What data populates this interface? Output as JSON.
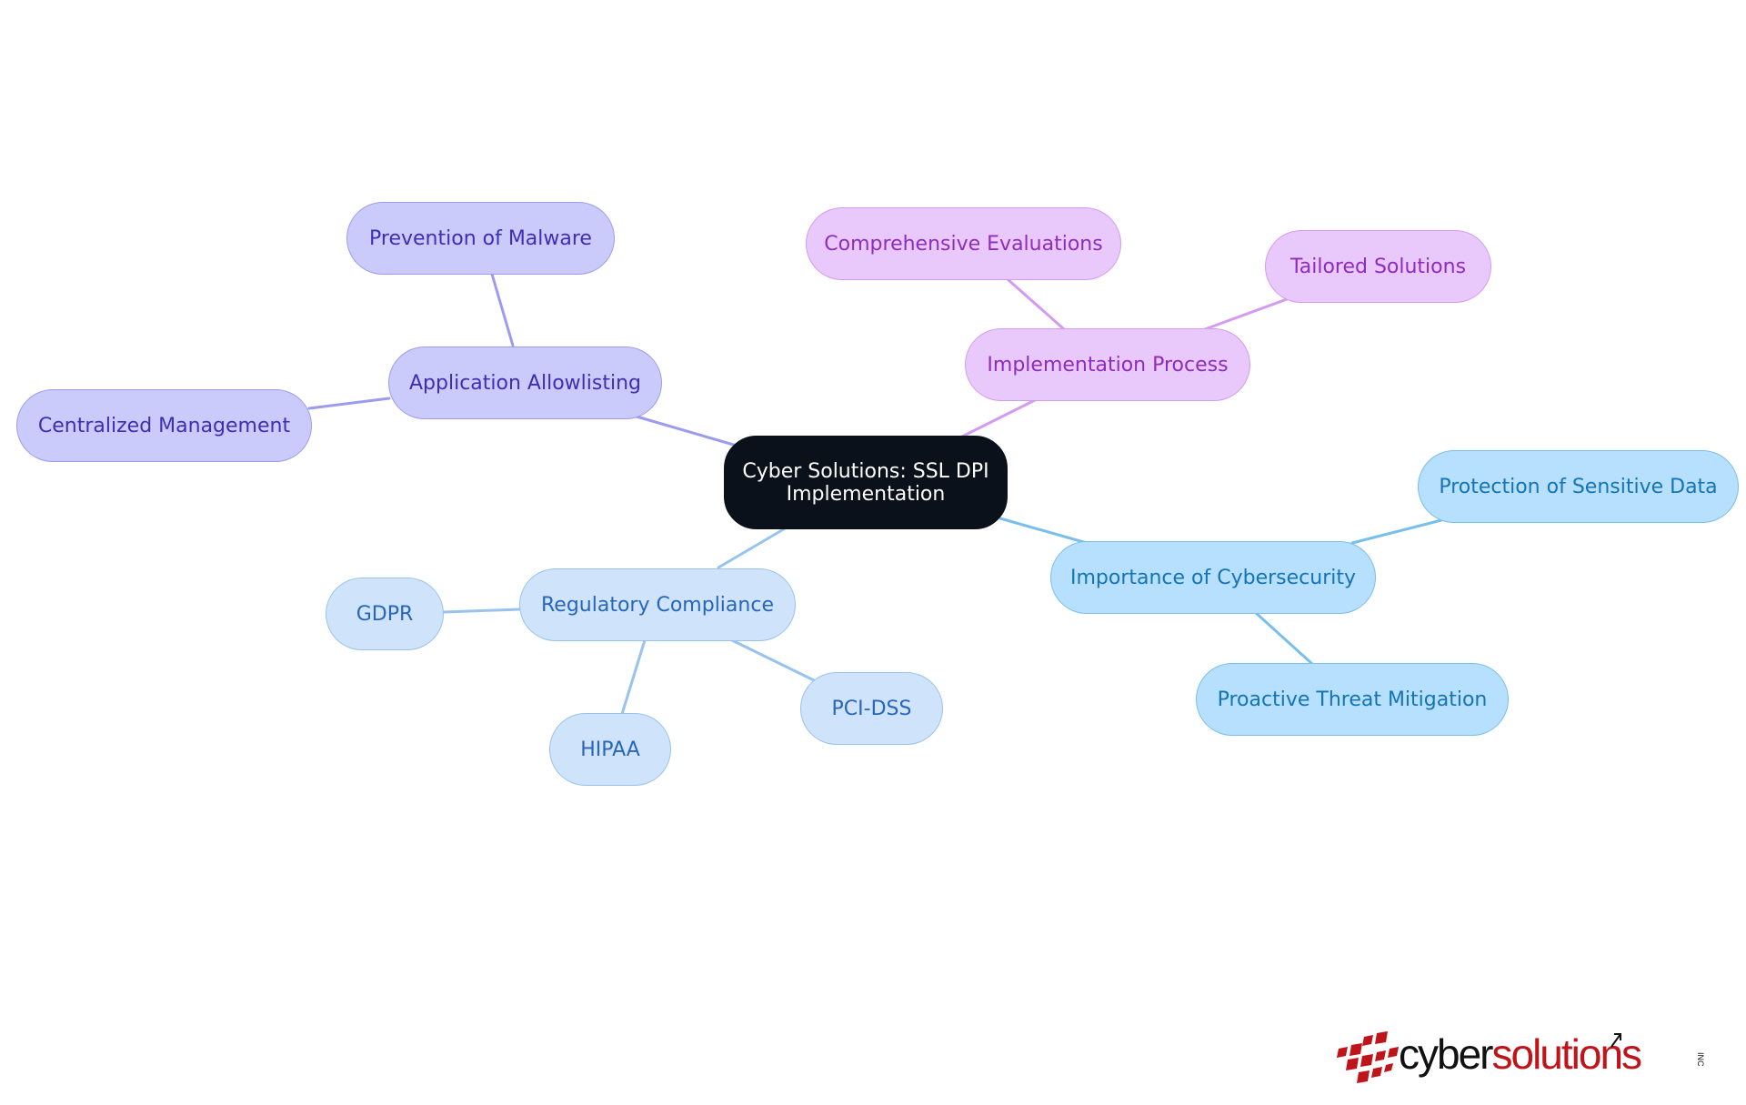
{
  "mindmap": {
    "root": "Cyber Solutions: SSL DPI Implementation",
    "branches": {
      "allowlisting": {
        "label": "Application Allowlisting",
        "children": {
          "malware": "Prevention of Malware",
          "centralized": "Centralized Management"
        }
      },
      "implementation": {
        "label": "Implementation Process",
        "children": {
          "evaluations": "Comprehensive Evaluations",
          "tailored": "Tailored Solutions"
        }
      },
      "importance": {
        "label": "Importance of Cybersecurity",
        "children": {
          "protection": "Protection of Sensitive Data",
          "proactive": "Proactive Threat Mitigation"
        }
      },
      "compliance": {
        "label": "Regulatory Compliance",
        "children": {
          "gdpr": "GDPR",
          "hipaa": "HIPAA",
          "pcidss": "PCI-DSS"
        }
      }
    }
  },
  "colors": {
    "allowlisting": "#9d9bf0",
    "implementation": "#d39cf0",
    "importance": "#79bfee",
    "compliance": "#98c3ef",
    "root": "#0b111a"
  },
  "logo": {
    "part1": "cyber",
    "part2": "solutions",
    "suffix": "INC"
  }
}
